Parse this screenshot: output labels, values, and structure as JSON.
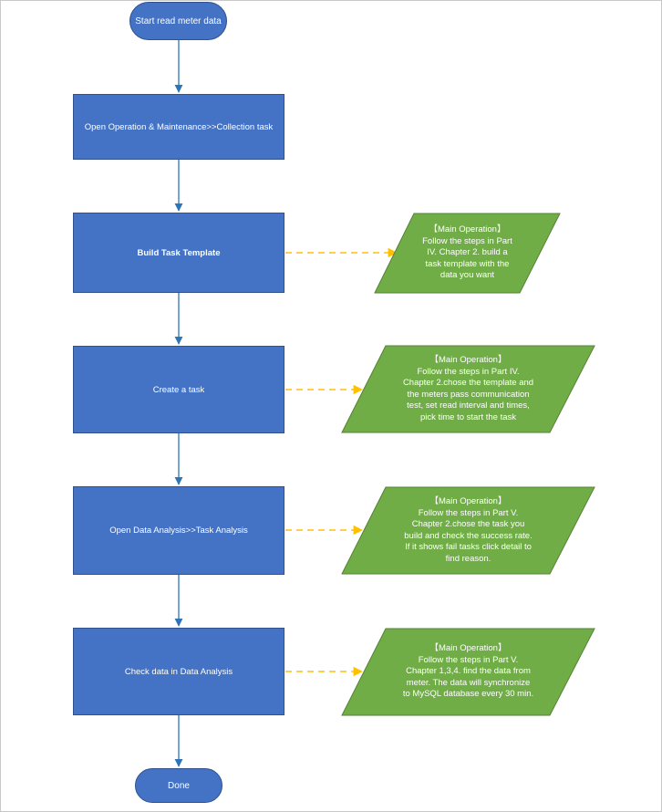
{
  "colors": {
    "process_fill": "#4472c4",
    "process_border": "#2f528f",
    "note_fill": "#70ad47",
    "flow_arrow": "#2e75b6",
    "dashed_arrow": "#ffc000"
  },
  "start": "Start read meter data",
  "end": "Done",
  "steps": [
    {
      "label": "Open Operation & Maintenance>>Collection task"
    },
    {
      "label": "Build Task Template"
    },
    {
      "label": "Create a task"
    },
    {
      "label": "Open Data Analysis>>Task Analysis"
    },
    {
      "label": "Check data in Data Analysis"
    }
  ],
  "notes": [
    {
      "lines": [
        "【Main Operation】",
        "Follow the steps in Part",
        "IV. Chapter 2. build a",
        "task template with the",
        "data you want"
      ]
    },
    {
      "lines": [
        "【Main Operation】",
        "Follow the steps in Part IV.",
        "Chapter 2.chose the template and",
        "the meters pass communication",
        "test, set read interval and times,",
        "pick time to start the task"
      ]
    },
    {
      "lines": [
        "【Main Operation】",
        "Follow the steps in Part V.",
        "Chapter 2.chose the task you",
        "build and check the success rate.",
        "If it shows fail tasks click detail to",
        "find reason."
      ]
    },
    {
      "lines": [
        "【Main Operation】",
        "Follow the steps in Part V.",
        "Chapter 1,3,4. find the data from",
        "meter. The data will synchronize",
        "to MySQL database every 30 min."
      ]
    }
  ]
}
